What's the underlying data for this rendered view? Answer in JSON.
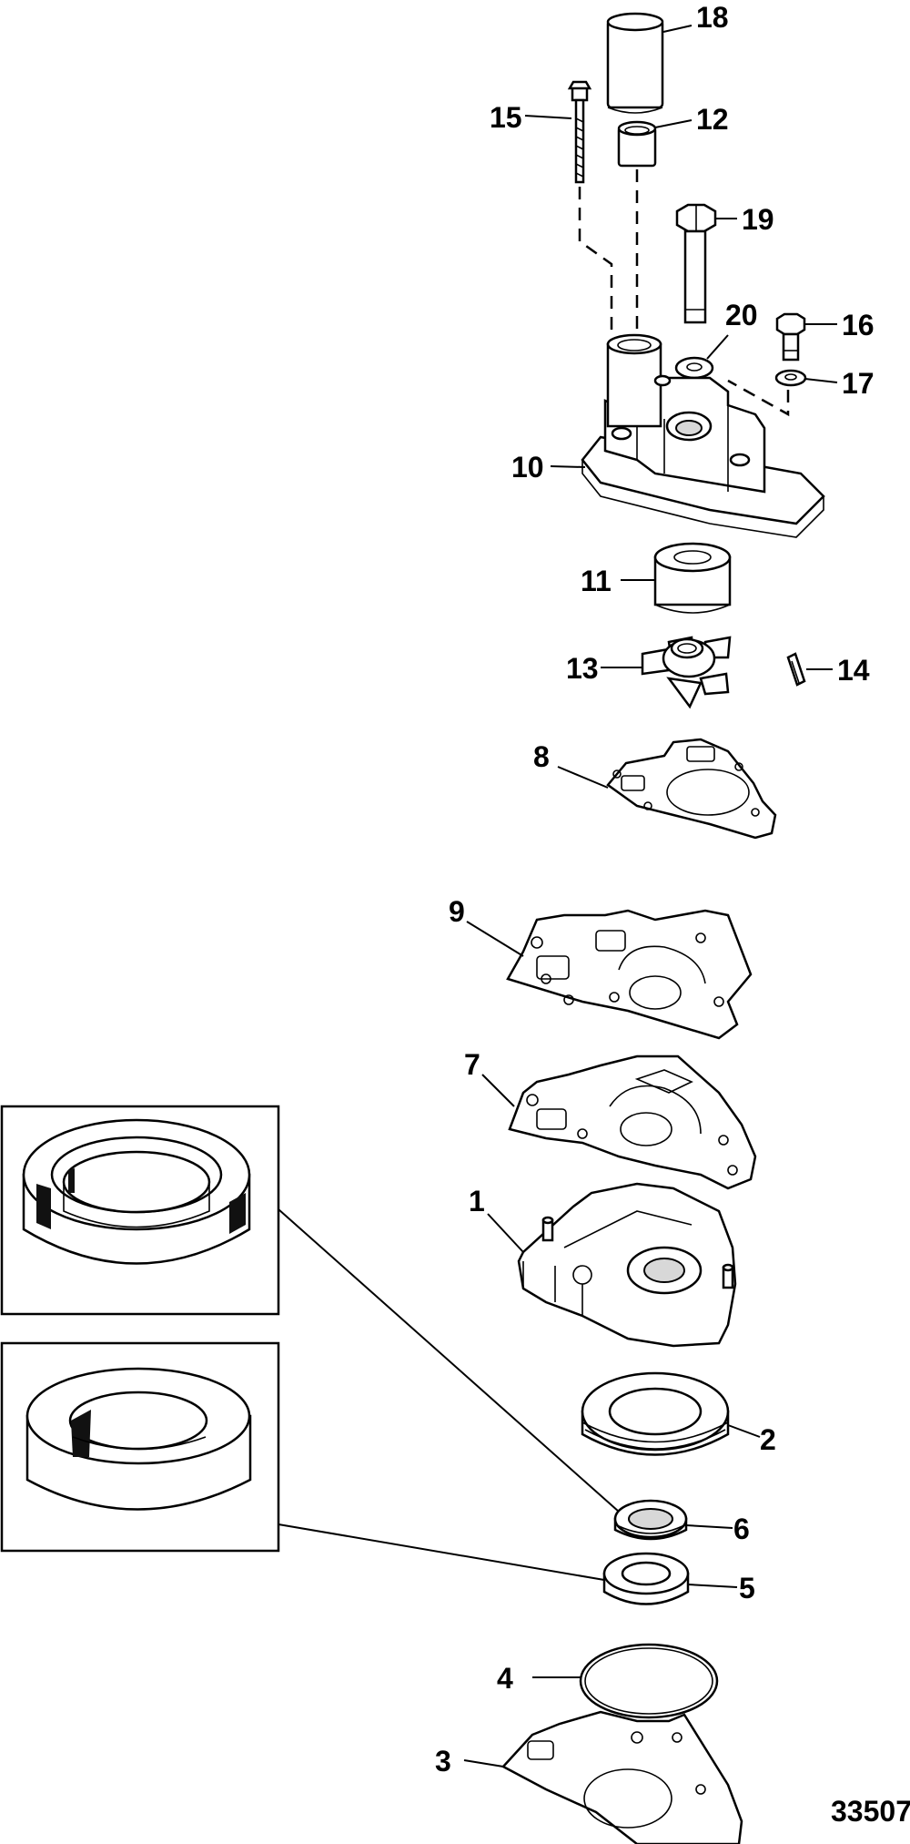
{
  "figure_id": "33507",
  "callouts": {
    "c1": "1",
    "c2": "2",
    "c3": "3",
    "c4": "4",
    "c5": "5",
    "c6": "6",
    "c7": "7",
    "c8": "8",
    "c9": "9",
    "c10": "10",
    "c11": "11",
    "c12": "12",
    "c13": "13",
    "c14": "14",
    "c15": "15",
    "c16": "16",
    "c17": "17",
    "c18": "18",
    "c19": "19",
    "c20": "20"
  }
}
